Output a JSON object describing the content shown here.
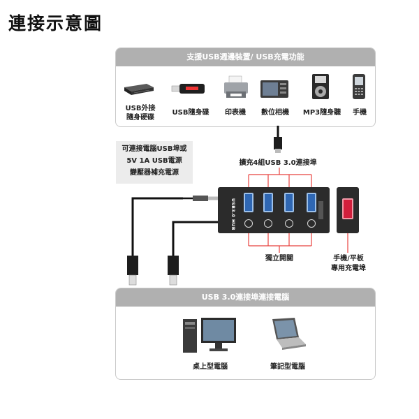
{
  "title": "連接示意圖",
  "top_panel": {
    "header": "支援USB週邊裝置/ USB充電功能",
    "devices": [
      {
        "label": "USB外接\n隨身硬碟",
        "icon": "external-hdd-icon"
      },
      {
        "label": "USB隨身碟",
        "icon": "usb-flash-drive-icon"
      },
      {
        "label": "印表機",
        "icon": "printer-icon"
      },
      {
        "label": "數位相機",
        "icon": "camera-icon"
      },
      {
        "label": "MP3隨身聽",
        "icon": "mp3-player-icon"
      },
      {
        "label": "手機",
        "icon": "mobile-phone-icon"
      }
    ]
  },
  "power_note": "可連接電腦USB埠或\n5V 1A USB電源\n變壓器補充電源",
  "ports_label": "擴充4組USB 3.0連接埠",
  "switch_label": "獨立開關",
  "charge_label": "手機/平板\n專用充電埠",
  "hub_text": "USB3.0 HUB",
  "bottom_panel": {
    "header": "USB 3.0連接埠連接電腦",
    "computers": [
      {
        "label": "桌上型電腦",
        "icon": "desktop-computer-icon"
      },
      {
        "label": "筆記型電腦",
        "icon": "laptop-icon"
      }
    ]
  },
  "colors": {
    "panel_header": "#b0b0b0",
    "port_blue": "#2f67b3",
    "charge_red": "#d21f3c",
    "bracket_red": "#e8423f",
    "hub_body": "#2b2b2b"
  }
}
